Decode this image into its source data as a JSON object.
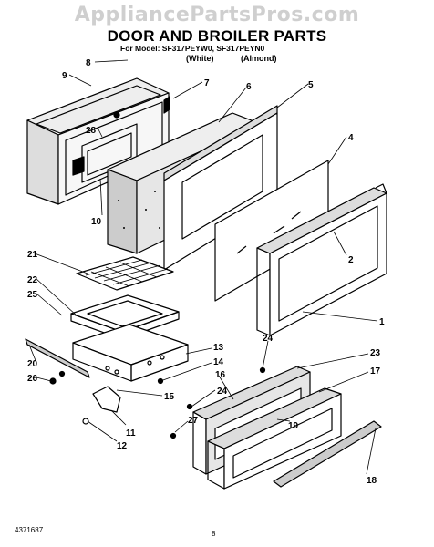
{
  "watermark": "AppliancePartsPros.com",
  "title": "DOOR AND BROILER PARTS",
  "subtitle": "For Model: SF317PEYW0, SF317PEYN0",
  "colors": {
    "white": "(White)",
    "almond": "(Almond)"
  },
  "footer": {
    "left": "4371687",
    "center": "8"
  },
  "callouts": [
    "8",
    "9",
    "7",
    "6",
    "5",
    "28",
    "4",
    "10",
    "21",
    "2",
    "22",
    "25",
    "1",
    "24",
    "13",
    "14",
    "23",
    "20",
    "26",
    "16",
    "17",
    "15",
    "24",
    "27",
    "19",
    "11",
    "12",
    "18"
  ]
}
